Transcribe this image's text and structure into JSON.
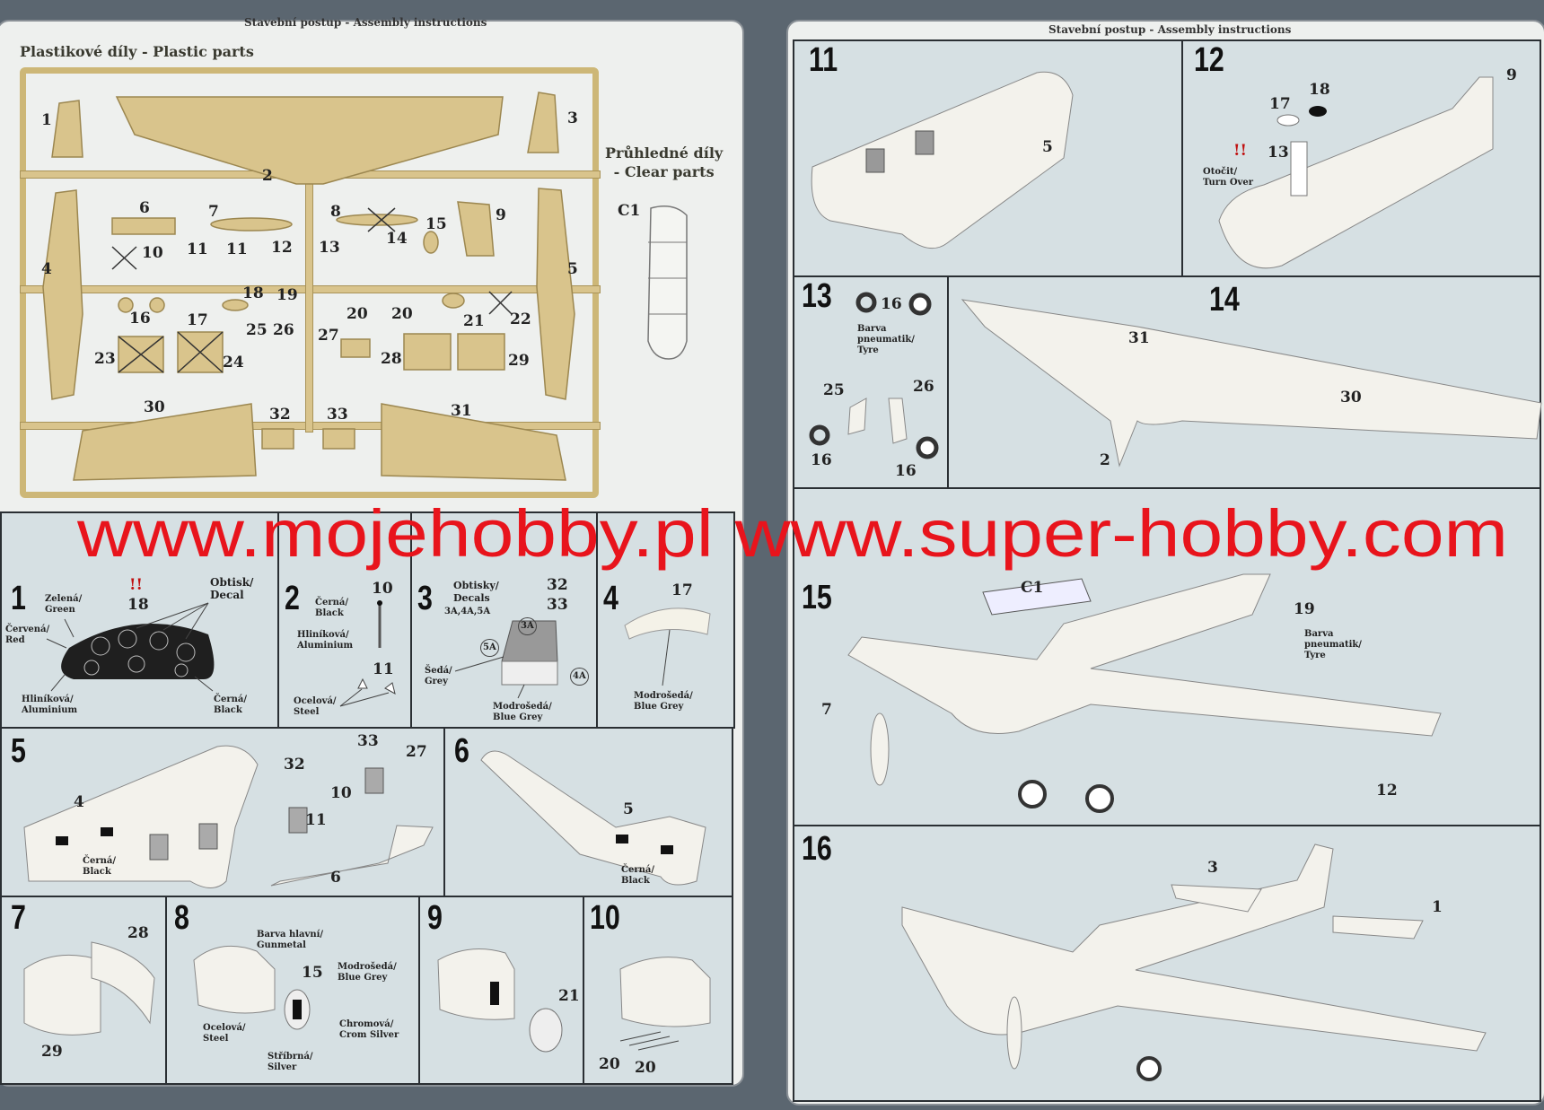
{
  "left_page": {
    "header": "Stavební postup - Assembly instructions",
    "sprue_title": "Plastikové díly - Plastic parts",
    "clear_title_1": "Průhledné díly",
    "clear_title_2": "- Clear parts",
    "clear_part": "C1",
    "sprue_numbers": [
      "1",
      "2",
      "3",
      "4",
      "5",
      "6",
      "7",
      "8",
      "9",
      "10",
      "11",
      "11",
      "12",
      "13",
      "14",
      "15",
      "16",
      "17",
      "18",
      "19",
      "20",
      "20",
      "21",
      "22",
      "23",
      "24",
      "25",
      "26",
      "27",
      "28",
      "29",
      "30",
      "31",
      "32",
      "33"
    ]
  },
  "right_page": {
    "header": "Stavební postup - Assembly instructions"
  },
  "steps": {
    "s1": {
      "n": "1",
      "green": "Zelená/\nGreen",
      "red": "Červená/\nRed",
      "alu": "Hliníková/\nAluminium",
      "black": "Černá/\nBlack",
      "decal": "Obtisk/\nDecal",
      "warn": "!!",
      "part": "18"
    },
    "s2": {
      "n": "2",
      "black": "Černá/\nBlack",
      "p10": "10",
      "alu": "Hliníková/\nAluminium",
      "p11": "11",
      "steel": "Ocelová/\nSteel"
    },
    "s3": {
      "n": "3",
      "decals": "Obtisky/\nDecals",
      "codes": "3A,4A,5A",
      "p32": "32",
      "p33": "33",
      "a3": "3A",
      "a5": "5A",
      "a4": "4A",
      "grey": "Šedá/\nGrey",
      "bluegrey": "Modrošedá/\nBlue Grey"
    },
    "s4": {
      "n": "4",
      "p17": "17",
      "bluegrey": "Modrošedá/\nBlue Grey"
    },
    "s5": {
      "n": "5",
      "p4": "4",
      "black": "Černá/\nBlack",
      "p32": "32",
      "p33": "33",
      "p10": "10",
      "p11": "11",
      "p27": "27",
      "p6": "6"
    },
    "s6": {
      "n": "6",
      "p5": "5",
      "black": "Černá/\nBlack"
    },
    "s7": {
      "n": "7",
      "p28": "28",
      "p29": "29"
    },
    "s8": {
      "n": "8",
      "gunmetal": "Barva hlavní/\nGunmetal",
      "p15": "15",
      "bluegrey": "Modrošedá/\nBlue Grey",
      "steel": "Ocelová/\nSteel",
      "chrome": "Chromová/\nCrom Silver",
      "silver": "Stříbrná/\nSilver"
    },
    "s9": {
      "n": "9",
      "p21": "21"
    },
    "s10": {
      "n": "10",
      "p20a": "20",
      "p20b": "20"
    },
    "s11": {
      "n": "11",
      "p5": "5"
    },
    "s12": {
      "n": "12",
      "p9": "9",
      "p17": "17",
      "p18": "18",
      "p13": "13",
      "warn": "!!",
      "turn": "Otočit/\nTurn Over"
    },
    "s13": {
      "n": "13",
      "p16a": "16",
      "tyre": "Barva\npneumatik/\nTyre",
      "p25": "25",
      "p26": "26",
      "p16b": "16",
      "p16c": "16"
    },
    "s14": {
      "n": "14",
      "p31": "31",
      "p30": "30",
      "p2": "2"
    },
    "s15": {
      "n": "15",
      "c1": "C1",
      "p19": "19",
      "tyre": "Barva\npneumatik/\nTyre",
      "p7": "7",
      "p12": "12"
    },
    "s16": {
      "n": "16",
      "p3": "3",
      "p1": "1"
    }
  },
  "watermark": "www.mojehobby.pl www.super-hobby.com",
  "colors": {
    "panel": "#d6e0e3",
    "plastic": "#d9c48c",
    "watermark": "#e8141c"
  }
}
